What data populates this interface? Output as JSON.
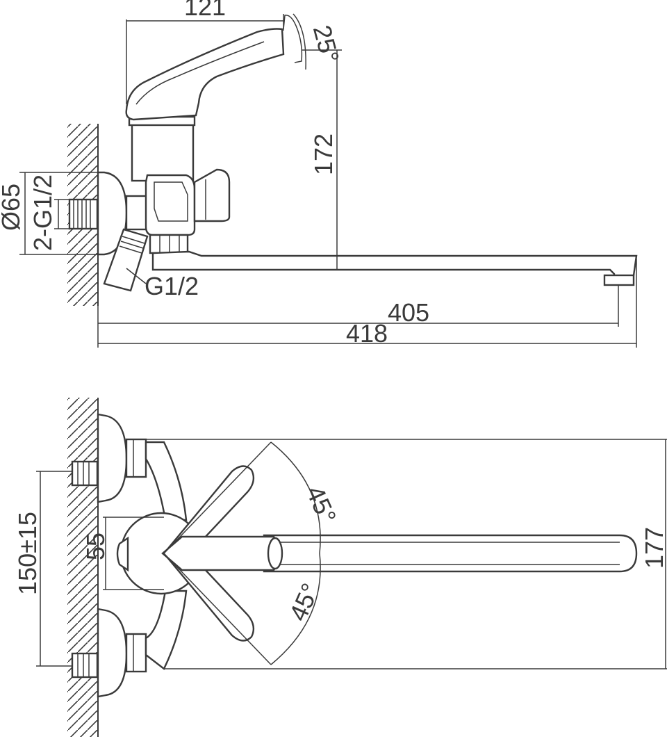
{
  "side_view": {
    "dim_handle_width": "121",
    "dim_handle_angle": "25°",
    "dim_height": "172",
    "dim_diameter": "Ø65",
    "dim_inlet_thread": "2-G1/2",
    "dim_outlet_thread": "G1/2",
    "dim_spout_reach": "405",
    "dim_total_length": "418"
  },
  "top_view": {
    "dim_center_spacing": "150±15",
    "dim_body_width": "55",
    "dim_angle_upper": "45°",
    "dim_angle_lower": "45°",
    "dim_total_width": "177"
  },
  "colors": {
    "line": "#3a3a3a",
    "background": "#ffffff"
  }
}
